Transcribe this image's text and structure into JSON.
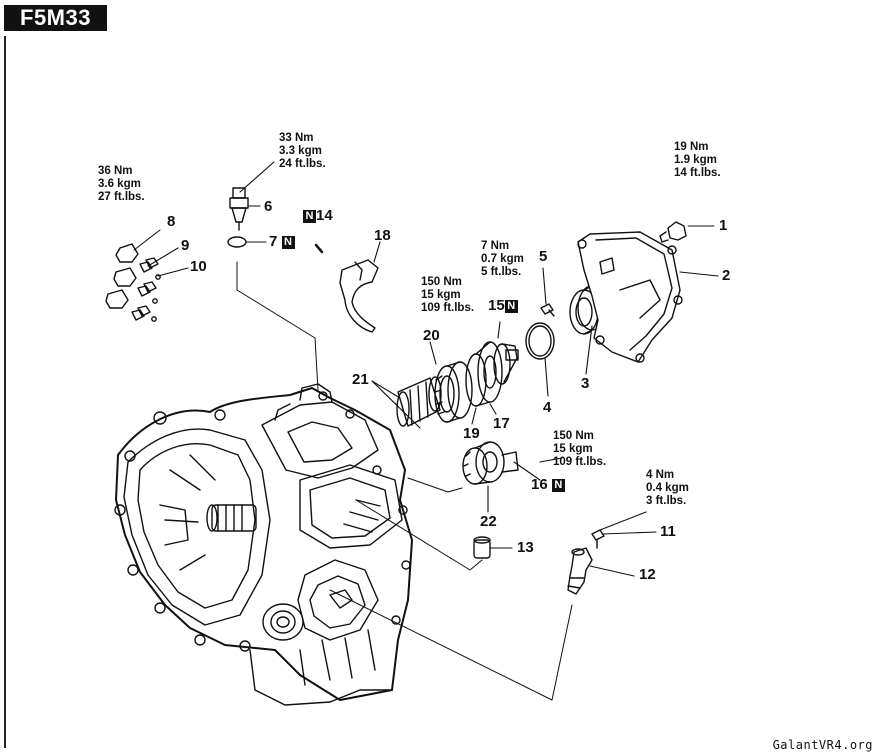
{
  "header": {
    "code": "F5M33"
  },
  "watermark": "GalantVR4.org",
  "torque_specs": {
    "t33": {
      "line1": "33 Nm",
      "line2": "3.3 kgm",
      "line3": "24 ft.lbs."
    },
    "t36": {
      "line1": "36 Nm",
      "line2": "3.6 kgm",
      "line3": "27 ft.lbs."
    },
    "t19": {
      "line1": "19 Nm",
      "line2": "1.9 kgm",
      "line3": "14 ft.lbs."
    },
    "t7": {
      "line1": "7 Nm",
      "line2": "0.7 kgm",
      "line3": "5 ft.lbs."
    },
    "t150a": {
      "line1": "150 Nm",
      "line2": "15 kgm",
      "line3": "109 ft.lbs."
    },
    "t150b": {
      "line1": "150 Nm",
      "line2": "15 kgm",
      "line3": "109 ft.lbs."
    },
    "t4": {
      "line1": "4 Nm",
      "line2": "0.4 kgm",
      "line3": "3 ft.lbs."
    }
  },
  "callouts": {
    "c1": "1",
    "c2": "2",
    "c3": "3",
    "c4": "4",
    "c5": "5",
    "c6": "6",
    "c7": "7",
    "c8": "8",
    "c9": "9",
    "c10": "10",
    "c11": "11",
    "c12": "12",
    "c13": "13",
    "c14": "14",
    "c15": "15",
    "c16": "16",
    "c17": "17",
    "c18": "18",
    "c19": "19",
    "c20": "20",
    "c21": "21",
    "c22": "22"
  },
  "n_marker": "N",
  "colors": {
    "ink": "#111111",
    "background": "#ffffff"
  }
}
